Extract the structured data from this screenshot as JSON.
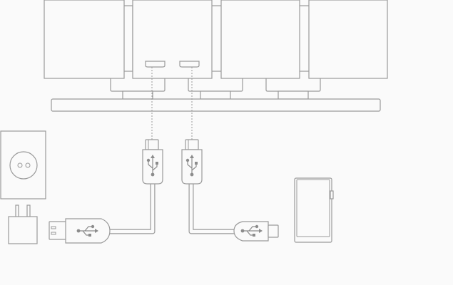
{
  "diagram": {
    "type": "connection-illustration",
    "colors": {
      "line": "#9a9a9a",
      "background": "#fafafa",
      "symbol": "#8c8c8c"
    },
    "components": [
      "speaker-module",
      "speaker-module",
      "speaker-module",
      "speaker-module",
      "soundbar-base",
      "wall-outlet",
      "usb-power-adapter",
      "usb-c-cable-to-usb-a",
      "usb-c-cable-to-usb-a",
      "portable-audio-player"
    ],
    "icons": [
      "usb-icon",
      "usb-c-port",
      "outlet-socket-icon"
    ]
  }
}
